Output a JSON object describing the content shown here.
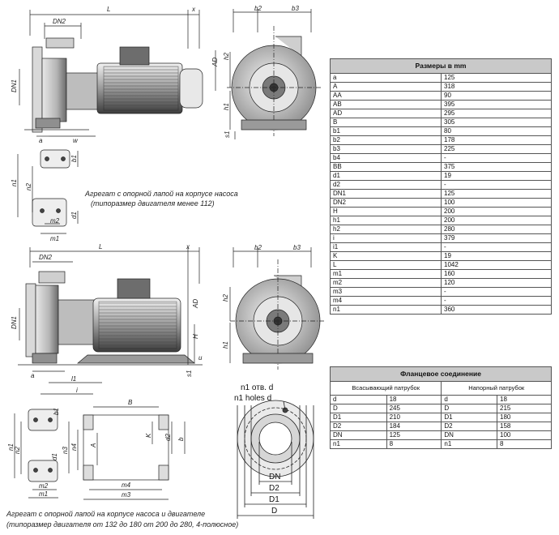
{
  "drawing": {
    "top_labels": {
      "L": "L",
      "x": "x",
      "DN2": "DN2",
      "DN1": "DN1",
      "AD": "AD",
      "a": "a",
      "w": "w",
      "b2": "b2",
      "b3": "b3",
      "h1": "h1",
      "h2": "h2",
      "s1": "s1",
      "b1": "b1",
      "n1": "n1",
      "n2": "n2",
      "m1": "m1",
      "m2": "m2",
      "d1": "d1"
    },
    "caption1_line1": "Агрегат с опорной лапой на корпусе насоса",
    "caption1_line2": "(типоразмер двигателя менее 112)",
    "bottom_labels": {
      "L": "L",
      "x": "x",
      "DN2": "DN2",
      "DN1": "DN1",
      "AD": "AD",
      "H": "H",
      "u": "u",
      "a": "a",
      "l1": "l1",
      "i": "i",
      "s1": "s1",
      "b2": "b2",
      "b3": "b3",
      "h1": "h1",
      "h2": "h2",
      "B": "B",
      "A": "A",
      "K": "K",
      "d2": "d2",
      "b": "b",
      "n4": "n4",
      "n3": "n3",
      "m3": "m3",
      "m4": "m4",
      "b1": "b1",
      "n1": "n1",
      "n2": "n2",
      "m1": "m1",
      "m2": "m2",
      "d1": "d1"
    },
    "flange_labels": {
      "holes_ru": "n1 отв. d",
      "holes_en": "n1 holes d",
      "DN": "DN",
      "D2": "D2",
      "D1": "D1",
      "D": "D"
    },
    "caption2_line1": "Агрегат с опорной лапой на корпусе насоса и двигателе",
    "caption2_line2": "(типоразмер двигателя от 132 до 180 от 200 до 280, 4-полюсное)"
  },
  "dimensions": {
    "title": "Размеры в mm",
    "rows": [
      {
        "k": "a",
        "v": "125"
      },
      {
        "k": "A",
        "v": "318"
      },
      {
        "k": "AA",
        "v": "90"
      },
      {
        "k": "AB",
        "v": "395"
      },
      {
        "k": "AD",
        "v": "295"
      },
      {
        "k": "B",
        "v": "305"
      },
      {
        "k": "b1",
        "v": "80"
      },
      {
        "k": "b2",
        "v": "178"
      },
      {
        "k": "b3",
        "v": "225"
      },
      {
        "k": "b4",
        "v": "-"
      },
      {
        "k": "BB",
        "v": "375"
      },
      {
        "k": "d1",
        "v": "19"
      },
      {
        "k": "d2",
        "v": "-"
      },
      {
        "k": "DN1",
        "v": "125"
      },
      {
        "k": "DN2",
        "v": "100"
      },
      {
        "k": "H",
        "v": "200"
      },
      {
        "k": "h1",
        "v": "200"
      },
      {
        "k": "h2",
        "v": "280"
      },
      {
        "k": "i",
        "v": "379"
      },
      {
        "k": "i1",
        "v": "-"
      },
      {
        "k": "K",
        "v": "19"
      },
      {
        "k": "L",
        "v": "1042"
      },
      {
        "k": "m1",
        "v": "160"
      },
      {
        "k": "m2",
        "v": "120"
      },
      {
        "k": "m3",
        "v": "-"
      },
      {
        "k": "m4",
        "v": "-"
      },
      {
        "k": "n1",
        "v": "360"
      }
    ]
  },
  "flange": {
    "title": "Фланцевое соединение",
    "suction_header": "Всасывающий патрубок",
    "discharge_header": "Напорный патрубок",
    "rows": [
      {
        "k1": "d",
        "v1": "18",
        "k2": "d",
        "v2": "18"
      },
      {
        "k1": "D",
        "v1": "245",
        "k2": "D",
        "v2": "215"
      },
      {
        "k1": "D1",
        "v1": "210",
        "k2": "D1",
        "v2": "180"
      },
      {
        "k1": "D2",
        "v1": "184",
        "k2": "D2",
        "v2": "158"
      },
      {
        "k1": "DN",
        "v1": "125",
        "k2": "DN",
        "v2": "100"
      },
      {
        "k1": "n1",
        "v1": "8",
        "k2": "n1",
        "v2": "8"
      }
    ]
  }
}
